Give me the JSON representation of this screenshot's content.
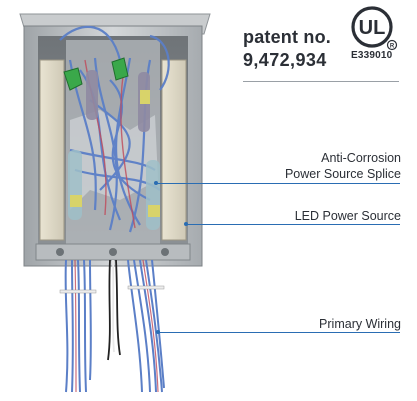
{
  "patent": {
    "line1": "patent no.",
    "line2": "9,472,934"
  },
  "ul_mark": {
    "letters": "UL",
    "registration": "R",
    "code": "E339010"
  },
  "callouts": [
    {
      "line1": "Anti-Corrosion",
      "line2": "Power Source Splice"
    },
    {
      "line1": "LED Power Source"
    },
    {
      "line1": "Primary Wiring"
    }
  ],
  "colors": {
    "text": "#2b2f36",
    "leader": "#2a6db3",
    "wire_blue": "#5b7fc7",
    "splice_green": "#3aa84a",
    "box_steel": "#bfc3c6"
  }
}
